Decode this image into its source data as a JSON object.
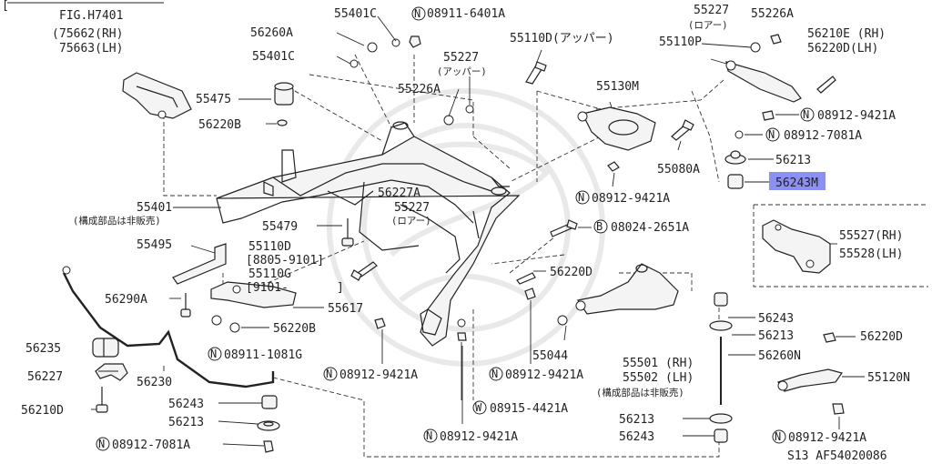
{
  "diagram": {
    "header_bracket": "[",
    "fig_ref": {
      "title": "FIG.H7401",
      "rh": "75662(RH)",
      "lh": "75663(LH)"
    },
    "parts": {
      "p55401C_a": "55401C",
      "p08911_6401A": "08911-6401A",
      "p56260A": "56260A",
      "p55401C_b": "55401C",
      "p55475": "55475",
      "p56220B_a": "56220B",
      "p55227_upper": "55227",
      "upper_note": "(アッパー)",
      "p55226A_center": "55226A",
      "p55110D_top": "55110D(アッパー)",
      "p55227_right": "55227",
      "lower_note_right": "(ロアー)",
      "p55226A_right": "55226A",
      "p55110P": "55110P",
      "p56210E": "56210E (RH)",
      "p56220D_lh": "56220D(LH)",
      "p08912_9421A_r1": "08912-9421A",
      "p08912_7081A_r": "08912-7081A",
      "p55130M": "55130M",
      "p56213_r": "56213",
      "p55080A": "55080A",
      "p56243M": "56243M",
      "p08912_9421A_r2": "08912-9421A",
      "p55401": "55401",
      "p55401_note": "(構成部品は非販売)",
      "p56227A": "56227A",
      "p55227_lower": "55227",
      "lower_note": "(ロアー)",
      "p08024_2651A": "08024-2651A",
      "p55479": "55479",
      "p55527": "55527(RH)",
      "p55528": "55528(LH)",
      "p55495": "55495",
      "p55110D_mid": "55110D",
      "p55110D_range": "[8805-9101]",
      "p55110G": "55110G",
      "p55110G_range": "[9101-",
      "p55110G_close": "]",
      "p56220D_mid": "56220D",
      "p56290A": "56290A",
      "p55617": "55617",
      "p56220B_b": "56220B",
      "p56243_r": "56243",
      "p56213_r2": "56213",
      "p56220D_r": "56220D",
      "p56235": "56235",
      "p08911_1081G": "08911-1081G",
      "p55044": "55044",
      "p56260N": "56260N",
      "p55501": "55501 (RH)",
      "p55502": "55502 (LH)",
      "p55501_note": "(構成部品は非販売)",
      "p56227": "56227",
      "p56230": "56230",
      "p08912_9421A_m1": "08912-9421A",
      "p08912_9421A_m2": "08912-9421A",
      "p55120N": "55120N",
      "p56210D": "56210D",
      "p56243_l": "56243",
      "p08915_4421A": "08915-4421A",
      "p56213_l": "56213",
      "p56213_b": "56213",
      "p08912_9421A_rb": "08912-9421A",
      "p08912_7081A_l": "08912-7081A",
      "p08912_9421A_b": "08912-9421A",
      "p56243_b": "56243",
      "footer_code": "S13  AF54020086"
    },
    "prefixes": {
      "n": "N",
      "b": "B",
      "w": "W"
    },
    "highlight_color": "#8c90f2"
  }
}
